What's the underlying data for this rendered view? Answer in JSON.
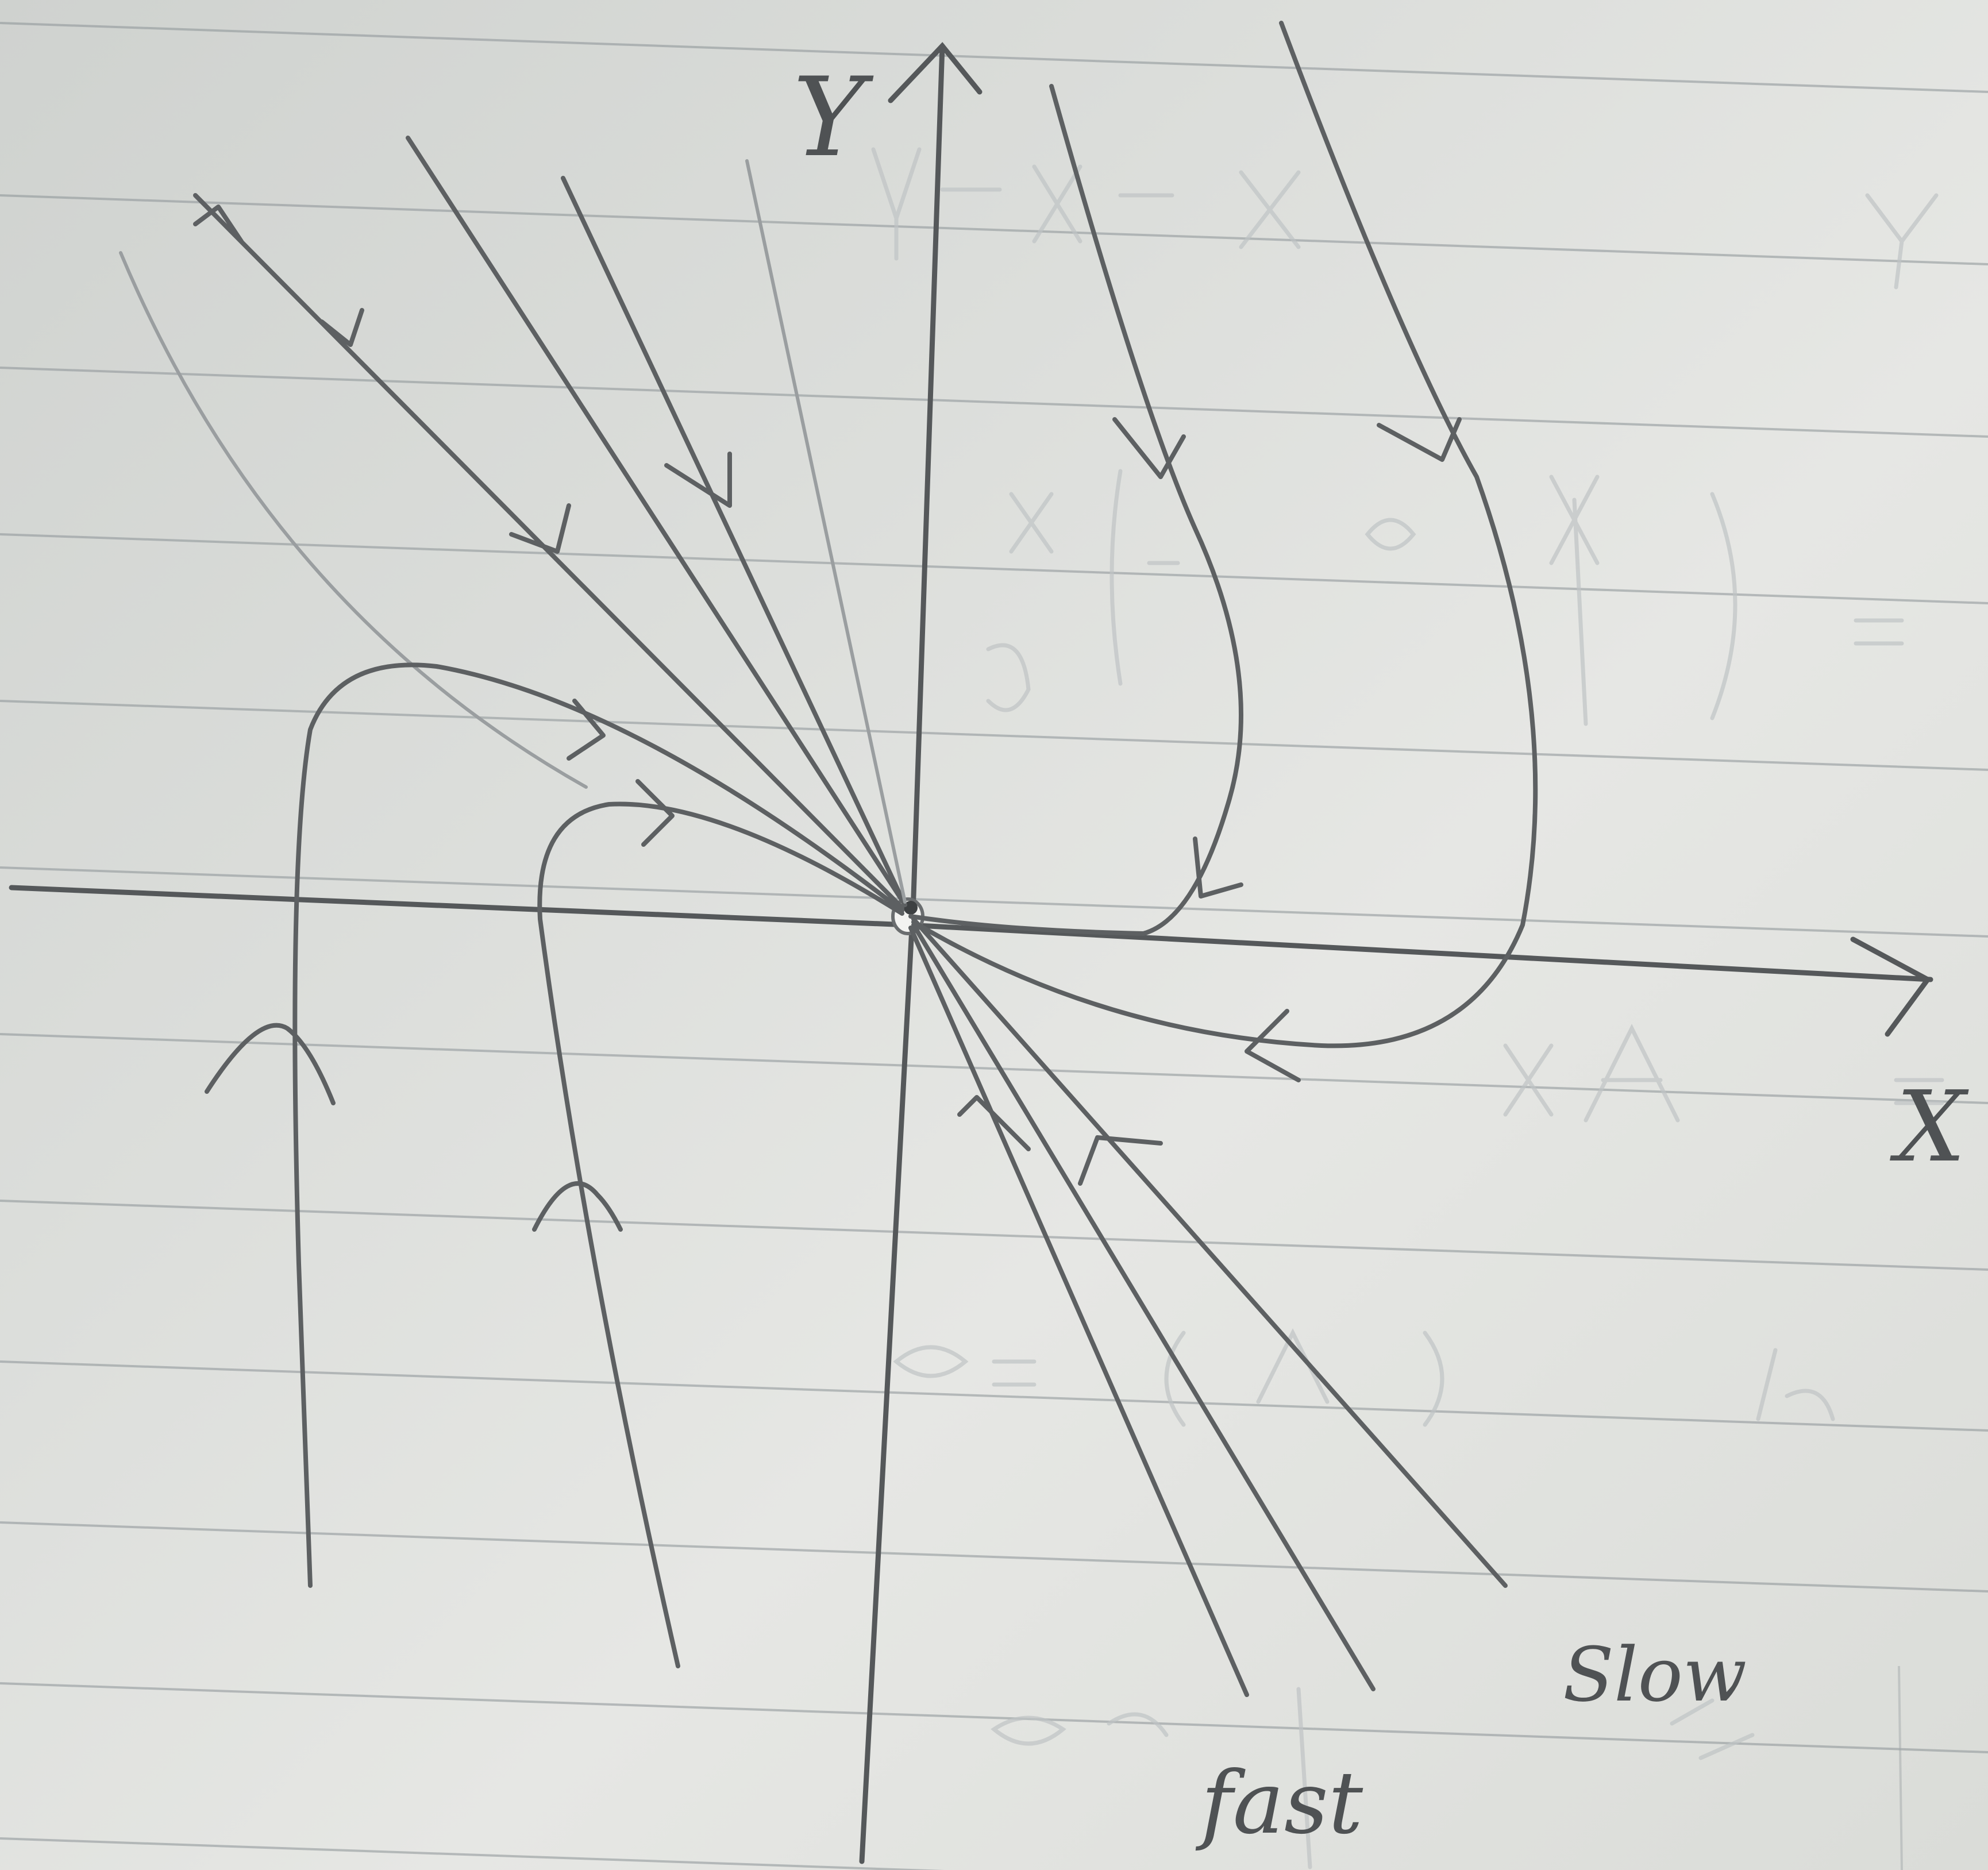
{
  "labels": {
    "y_axis": "Y",
    "x_axis": "X",
    "fast": "fast",
    "slow": "Slow"
  },
  "colors": {
    "paper": "#dcdedb",
    "pencil": "#5d6062",
    "rule_line": "#8a9196"
  }
}
